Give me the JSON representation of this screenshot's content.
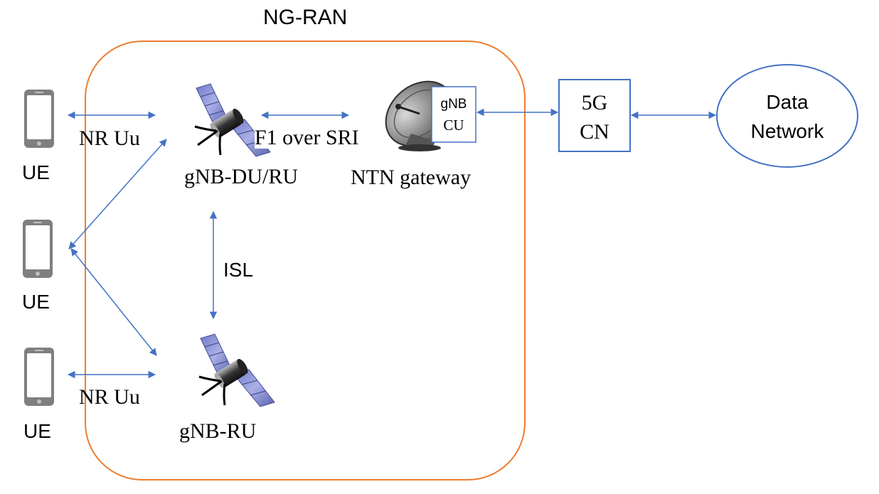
{
  "title": "NG-RAN",
  "ue_labels": [
    "UE",
    "UE",
    "UE"
  ],
  "links": {
    "nr_uu_top": "NR Uu",
    "nr_uu_bottom": "NR Uu",
    "f1_over_sri": "F1 over SRI",
    "isl": "ISL"
  },
  "nodes": {
    "gnb_du_ru": "gNB-DU/RU",
    "gnb_ru": "gNB-RU",
    "ntn_gateway": "NTN gateway",
    "gnb_cu_line1": "gNB",
    "gnb_cu_line2": "CU",
    "core_line1": "5G",
    "core_line2": "CN",
    "dn_line1": "Data",
    "dn_line2": "Network"
  },
  "colors": {
    "ngran_border": "#ED7D31",
    "arrow": "#4472C4",
    "box_border": "#4472C4",
    "phone": "#7F7F7F"
  },
  "icons": [
    "phone-icon",
    "satellite-icon",
    "satellite-dish-icon"
  ]
}
